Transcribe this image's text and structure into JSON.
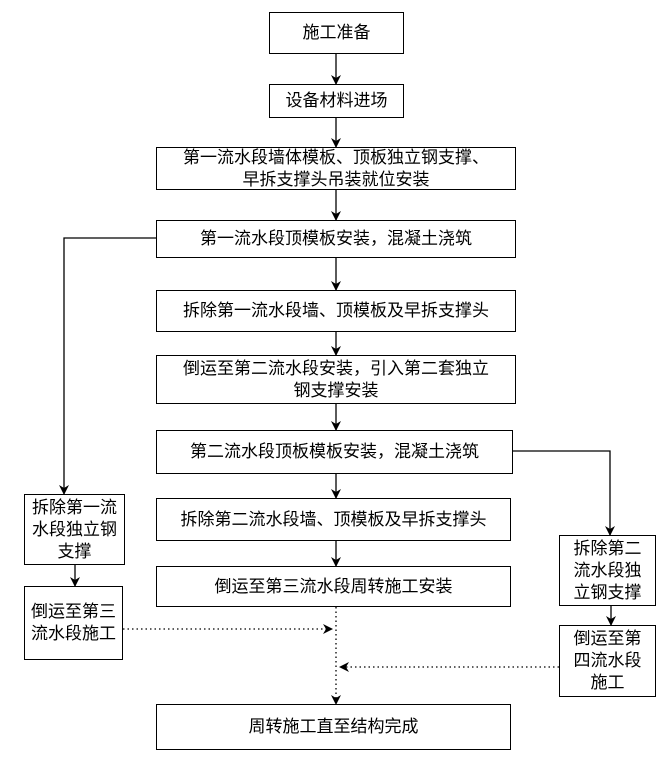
{
  "steps": {
    "prepare": "施工准备",
    "materials": "设备材料进场",
    "install_line1": "第一流水段墙体模板、顶板独立钢支撑、",
    "install_line2": "早拆支撑头吊装就位安装",
    "pour1": "第一流水段顶模板安装，混凝土浇筑",
    "demolish1": "拆除第一流水段墙、顶模板及早拆支撑头",
    "transfer_line1": "倒运至第二流水段安装，引入第二套独立",
    "transfer_line2": "钢支撑安装",
    "pour2": "第二流水段顶板模板安装，混凝土浇筑",
    "demolish2": "拆除第二流水段墙、顶模板及早拆支撑头",
    "transfer3": "倒运至第三流水段周转施工安装",
    "finish": "周转施工直至结构完成"
  },
  "left_branch": {
    "remove_line1": "拆除第一流",
    "remove_line2": "水段独立钢",
    "remove_line3": "支撑",
    "move_line1": "倒运至第三",
    "move_line2": "流水段施工"
  },
  "right_branch": {
    "remove_line1": "拆除第二",
    "remove_line2": "流水段独",
    "remove_line3": "立钢支撑",
    "move_line1": "倒运至第",
    "move_line2": "四流水段",
    "move_line3": "施工"
  }
}
